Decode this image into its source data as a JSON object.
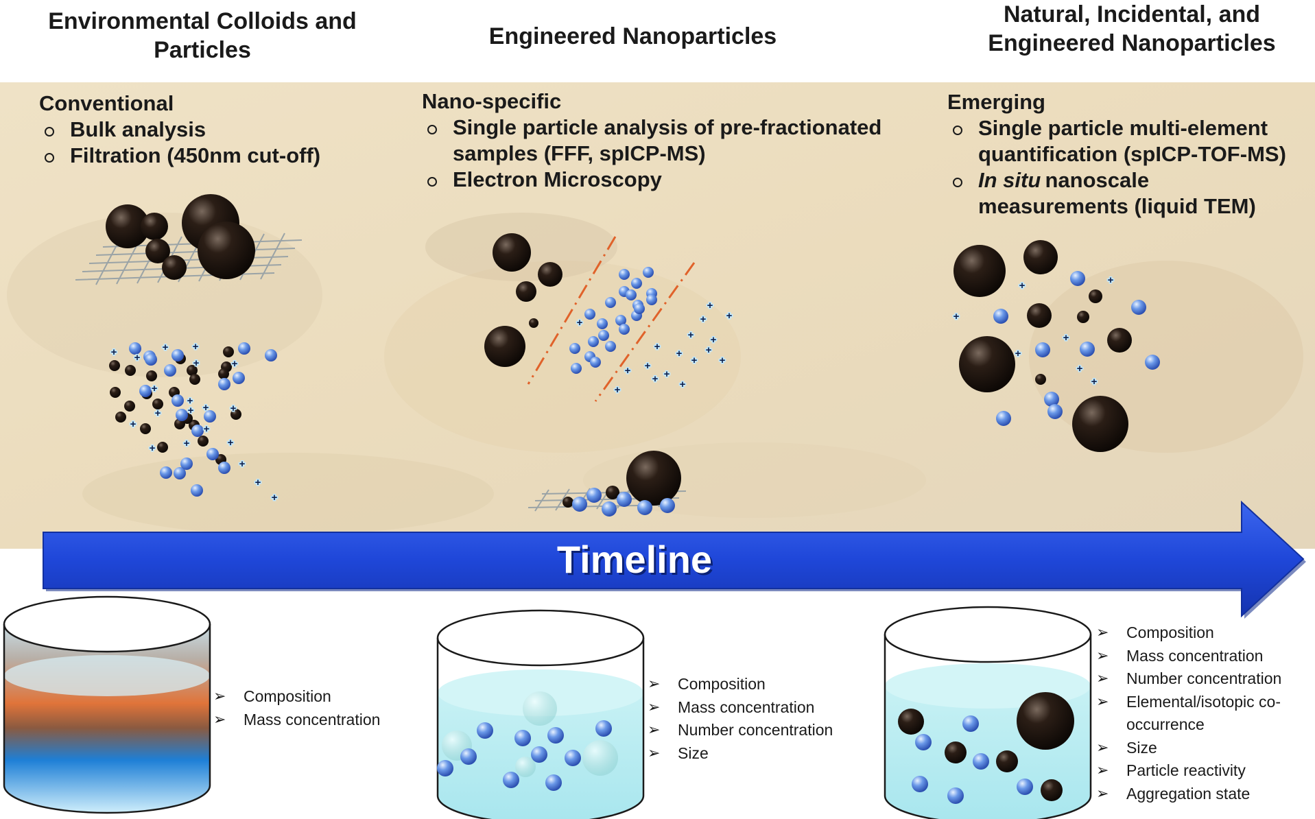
{
  "eras": [
    {
      "title_lines": [
        "Environmental Colloids and",
        "Particles"
      ]
    },
    {
      "title_lines": [
        "Engineered Nanoparticles"
      ]
    },
    {
      "title_lines": [
        "Natural, Incidental, and",
        "Engineered Nanoparticles"
      ]
    }
  ],
  "panels": [
    {
      "heading": "Conventional",
      "items": [
        "Bulk analysis",
        "Filtration (450nm cut-off)"
      ]
    },
    {
      "heading": "Nano-specific",
      "items": [
        "Single particle analysis of pre-fractionated",
        "samples (FFF, spICP-MS)",
        "Electron Microscopy"
      ]
    },
    {
      "heading": "Emerging",
      "items": [
        "Single particle multi-element",
        "quantification (spICP-TOF-MS)",
        "In situ",
        "nanoscale",
        "measurements (liquid TEM)"
      ]
    }
  ],
  "timeline": {
    "label": "Timeline"
  },
  "measurements": [
    [
      "Composition",
      "Mass concentration"
    ],
    [
      "Composition",
      "Mass concentration",
      "Number concentration",
      "Size"
    ],
    [
      "Composition",
      "Mass concentration",
      "Number concentration",
      "Elemental/isotopic co-",
      "occurrence",
      "Size",
      "Particle reactivity",
      "Aggregation state"
    ]
  ],
  "colors": {
    "timeline_blue": "#1f47d9",
    "dark_particle": "#1b120c",
    "blue_particle": "#5b8ae0",
    "cut_line": "#e0622a",
    "water": "#bdeff3"
  }
}
